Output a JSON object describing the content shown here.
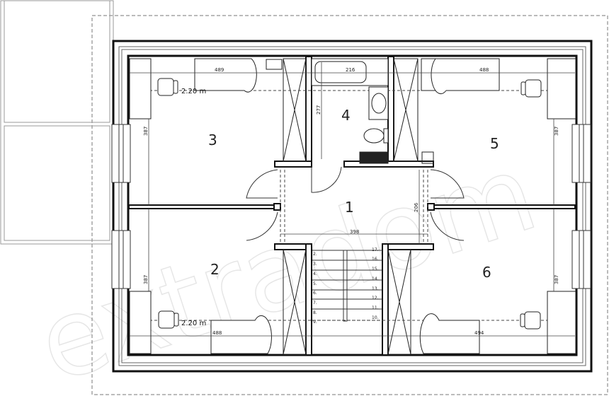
{
  "plan": {
    "watermark": "extradom",
    "rooms": [
      {
        "label": "1"
      },
      {
        "label": "2"
      },
      {
        "label": "3"
      },
      {
        "label": "4"
      },
      {
        "label": "5"
      },
      {
        "label": "6"
      }
    ],
    "dimensions": {
      "room3_width": "489",
      "bath_tub": "216",
      "bath_depth": "277",
      "room3_depth": "387",
      "room2_depth": "387",
      "room5_depth": "387",
      "room6_depth": "387",
      "room5_width": "488",
      "room2_width": "488",
      "room6_width": "494",
      "hall_depth": "206",
      "hall_width": "398"
    },
    "height_marks": {
      "room3": "2.20 m",
      "room2": "2.20 m"
    },
    "stairs": {
      "left_steps": [
        "2.",
        "3.",
        "4.",
        "5.",
        "6.",
        "7.",
        "8.",
        "9."
      ],
      "right_steps": [
        "17.",
        "16.",
        "15.",
        "14.",
        "13.",
        "12.",
        "11.",
        "10."
      ]
    }
  }
}
